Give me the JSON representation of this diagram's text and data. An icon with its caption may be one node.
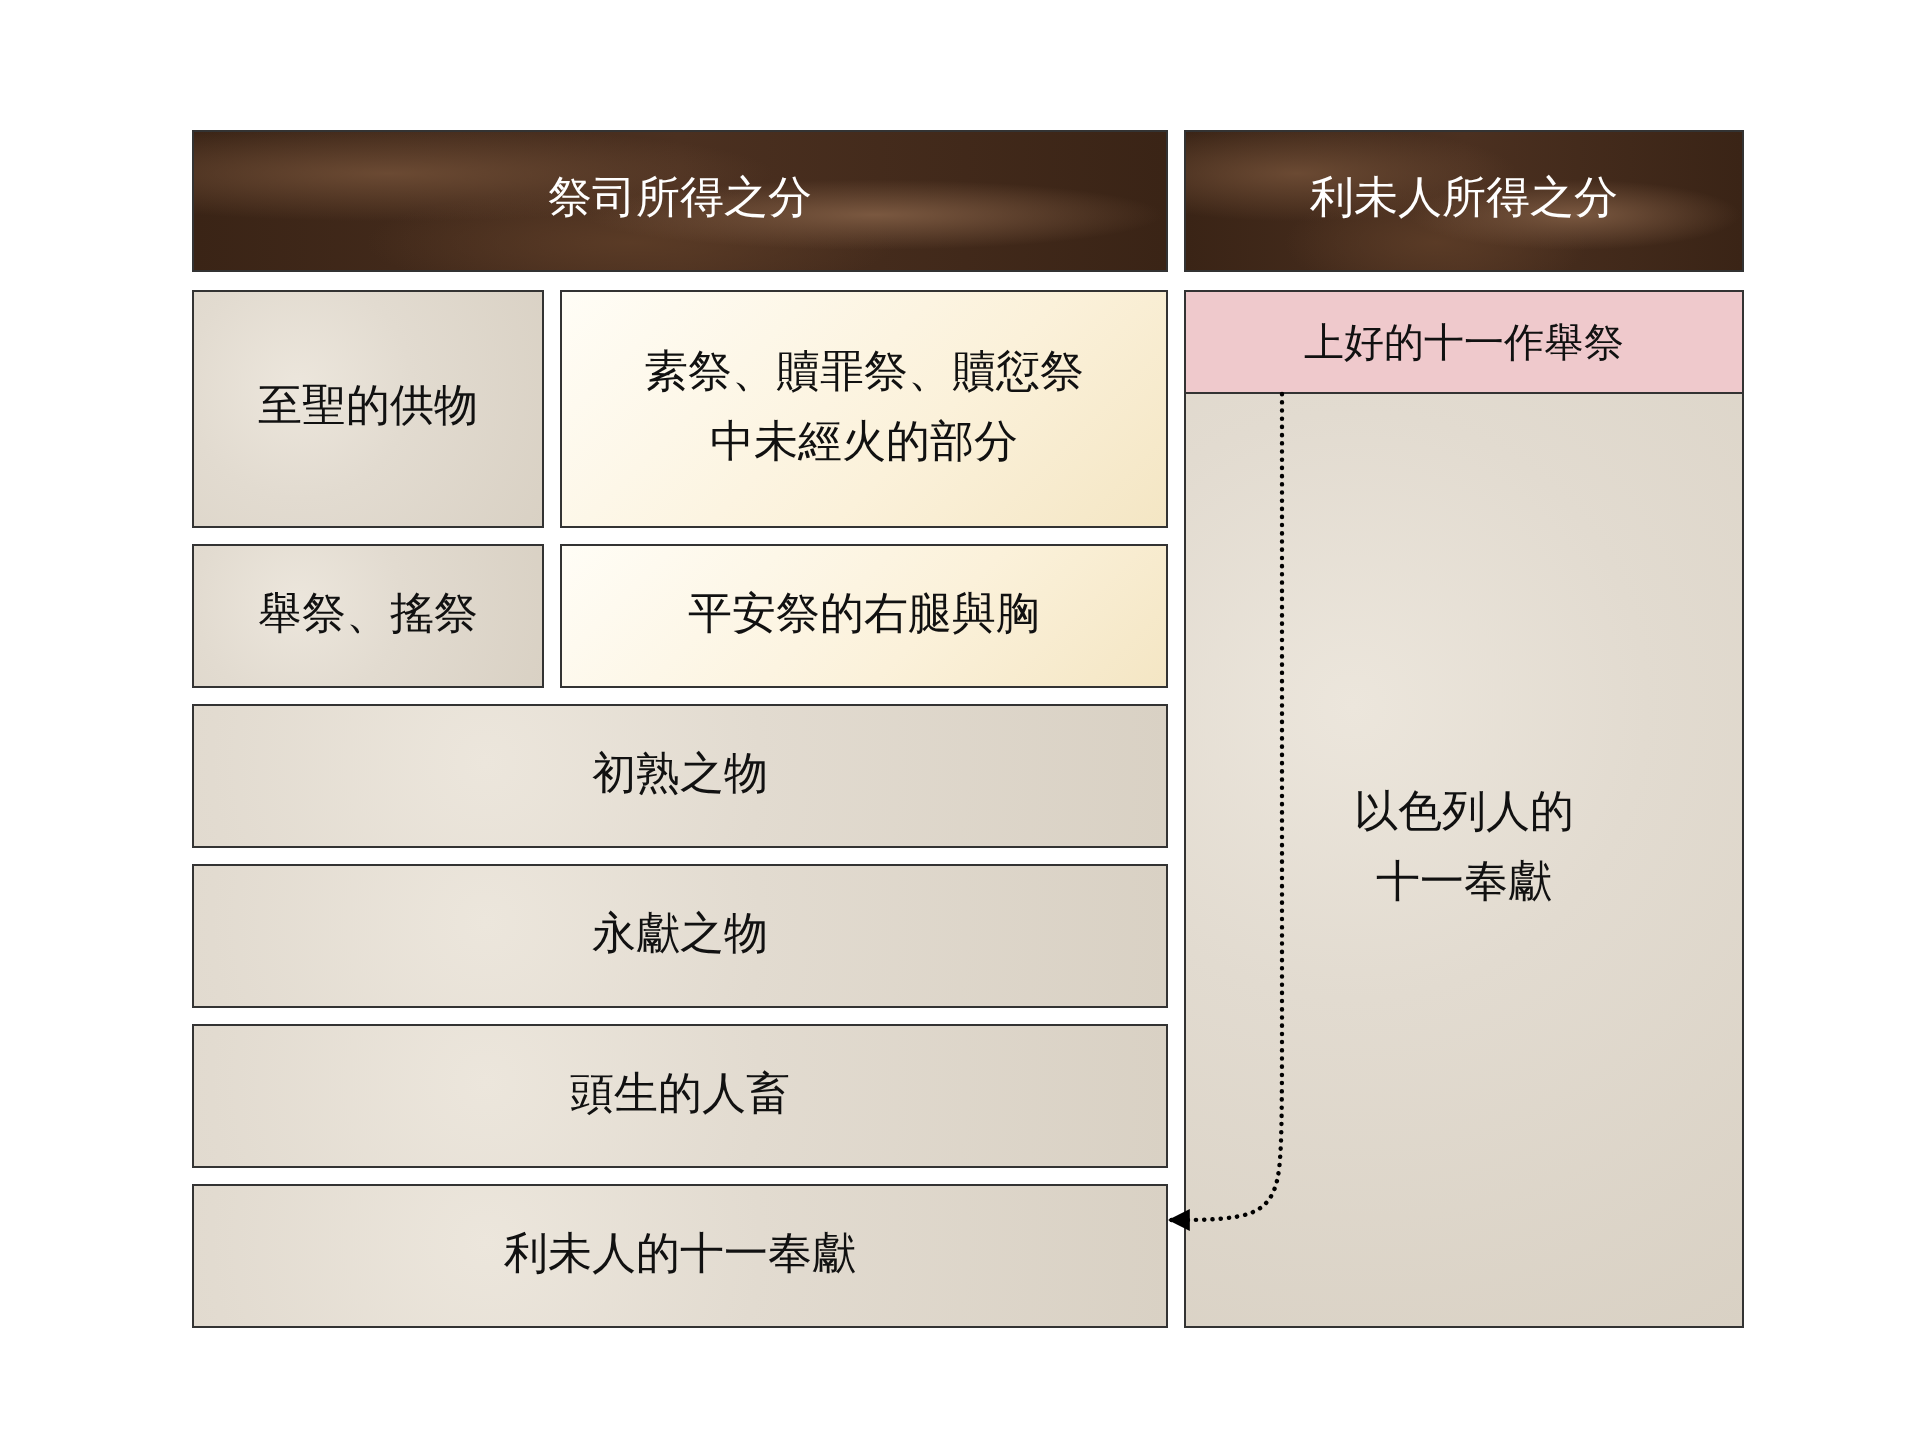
{
  "diagram": {
    "nodes": [
      {
        "text": [
          "祭司所得之分"
        ]
      },
      {
        "text": [
          "利未人所得之分"
        ]
      },
      {
        "text": [
          "至聖的供物"
        ]
      },
      {
        "text": [
          "素祭、贖罪祭、贖愆祭中未經火的部分"
        ]
      },
      {
        "text": [
          "舉祭、搖祭"
        ]
      },
      {
        "text": [
          "平安祭的右腿與胸"
        ]
      },
      {
        "text": [
          "初熟之物"
        ]
      },
      {
        "text": [
          "永獻之物"
        ]
      },
      {
        "text": [
          "頭生的人畜"
        ]
      },
      {
        "text": [
          "利未人的十一奉獻"
        ]
      },
      {
        "text": [
          "以色列人的十一奉獻"
        ]
      },
      {
        "text": [
          "上好的十一作舉祭"
        ],
        "in": 10
      }
    ],
    "edges": [
      {
        "from": 11,
        "to": 9,
        "arrow": "to",
        "style": "dashed"
      }
    ]
  }
}
